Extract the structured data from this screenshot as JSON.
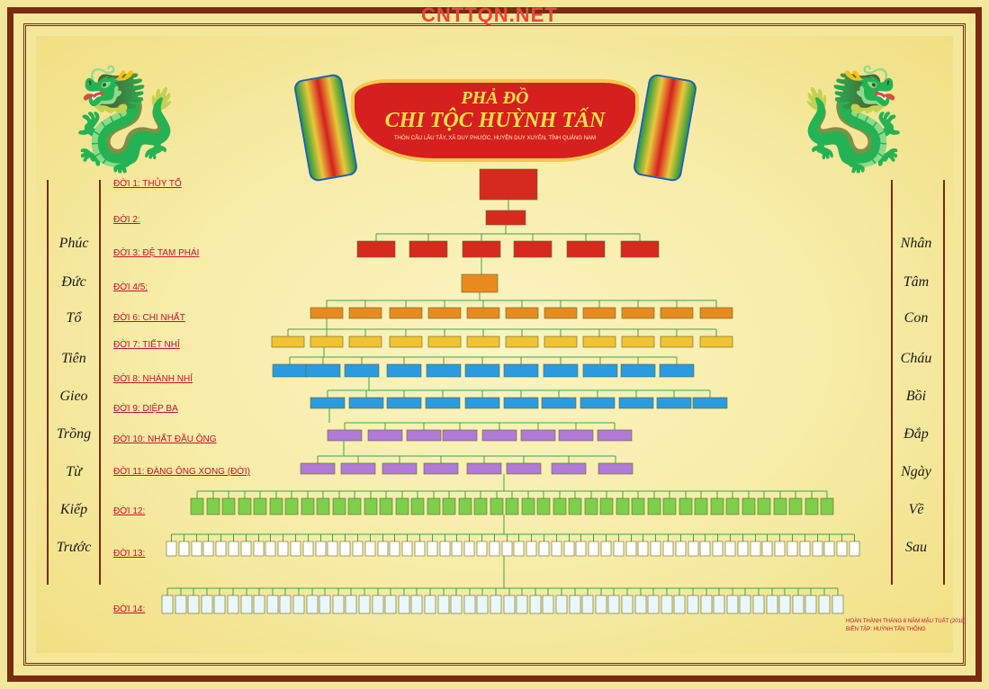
{
  "watermark": "CNTTQN.NET",
  "banner": {
    "title_line1": "PHẢ ĐỒ",
    "title_line2": "CHI TỘC HUỲNH TẤN",
    "subtitle": "THÔN CÂU LÂU TÂY, XÃ DUY PHƯỚC, HUYỆN DUY XUYÊN, TỈNH QUẢNG NAM"
  },
  "generations": [
    "ĐỜI 1: THỦY TỔ",
    "ĐỜI 2:",
    "ĐỜI 3: ĐỆ TAM PHÁI",
    "ĐỜI 4/5:",
    "ĐỜI 6: CHI NHẤT",
    "ĐỜI 7: TIẾT NHỈ",
    "ĐỜI 8: NHÁNH NHỈ",
    "ĐỜI 9: DIỆP BA",
    "ĐỜI 10: NHẤT ĐẦU ÔNG",
    "ĐỜI 11: ĐÀNG ÔNG XONG (ĐỜI)",
    "ĐỜI 12:",
    "ĐỜI 13:",
    "ĐỜI 14:"
  ],
  "left_column": [
    "Phúc",
    "Đức",
    "Tổ",
    "Tiên",
    "Gieo",
    "Trồng",
    "Từ",
    "Kiếp",
    "Trước"
  ],
  "right_column": [
    "Nhân",
    "Tâm",
    "Con",
    "Cháu",
    "Bồi",
    "Đắp",
    "Ngày",
    "Về",
    "Sau"
  ],
  "footer": {
    "line1": "HOÀN THÀNH THÁNG 8 NĂM MẬU TUẤT (2018)",
    "line2": "BIÊN TẬP: HUỲNH TẤN THỐNG"
  },
  "colors": {
    "frame": "#7a2a10",
    "line": "#3aa64a",
    "red_box": "#d62a1e",
    "orange_box": "#e98a1e",
    "gold_box": "#f2c232",
    "blue_box": "#2a9be0",
    "purple_box": "#b07ad6",
    "green_box": "#7ecf4a",
    "label": "#c8102e"
  }
}
